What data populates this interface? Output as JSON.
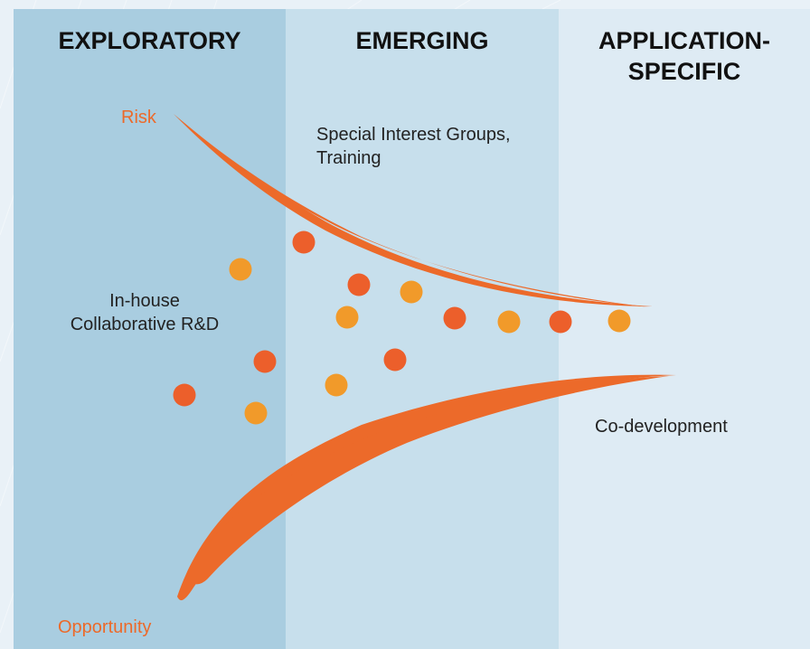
{
  "columns": [
    {
      "title": "EXPLORATORY",
      "color": "#a9cde0"
    },
    {
      "title": "EMERGING",
      "color": "#c7dfec"
    },
    {
      "title": "APPLICATION-\nSPECIFIC",
      "color": "#deebf4"
    }
  ],
  "labels": {
    "risk": "Risk",
    "opportunity": "Opportunity",
    "special_interest": "Special Interest Groups,\nTraining",
    "in_house": "In-house\nCollaborative R&D",
    "co_development": "Co-development"
  },
  "colors": {
    "accent": "#ec6a2a",
    "dot_red": "#ec5f2b",
    "dot_amber": "#f19a2a",
    "background": "#e9f1f7"
  },
  "dots": [
    {
      "tone": "red"
    },
    {
      "tone": "amber"
    },
    {
      "tone": "red"
    },
    {
      "tone": "amber"
    },
    {
      "tone": "amber"
    },
    {
      "tone": "red"
    },
    {
      "tone": "amber"
    },
    {
      "tone": "red"
    },
    {
      "tone": "amber"
    },
    {
      "tone": "red"
    },
    {
      "tone": "red"
    },
    {
      "tone": "amber"
    },
    {
      "tone": "red"
    },
    {
      "tone": "amber"
    }
  ]
}
